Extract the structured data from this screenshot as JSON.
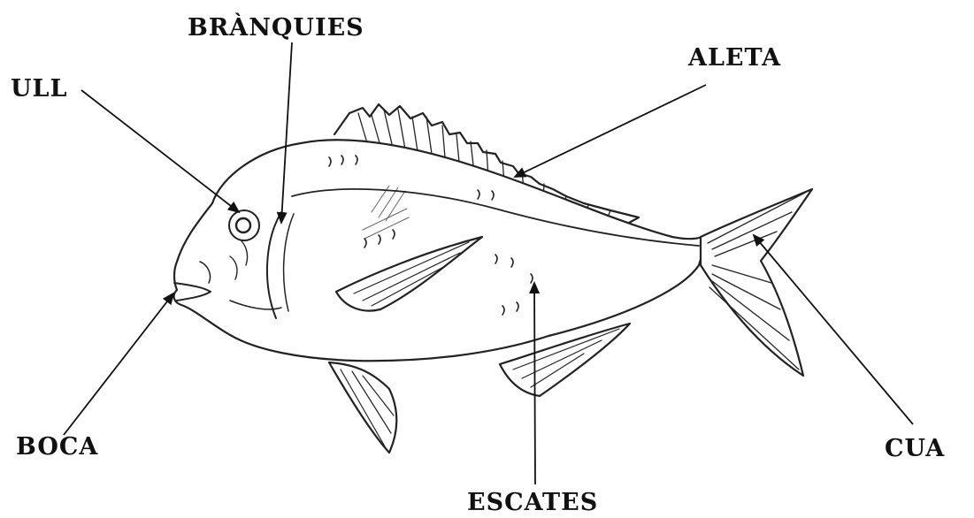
{
  "labels": {
    "branquies": "BRÀNQUIES",
    "ull": "ULL",
    "aleta": "ALETA",
    "boca": "BOCA",
    "cua": "CUA",
    "escates": "ESCATES"
  },
  "colors": {
    "ink": "#111111",
    "background": "#ffffff"
  }
}
